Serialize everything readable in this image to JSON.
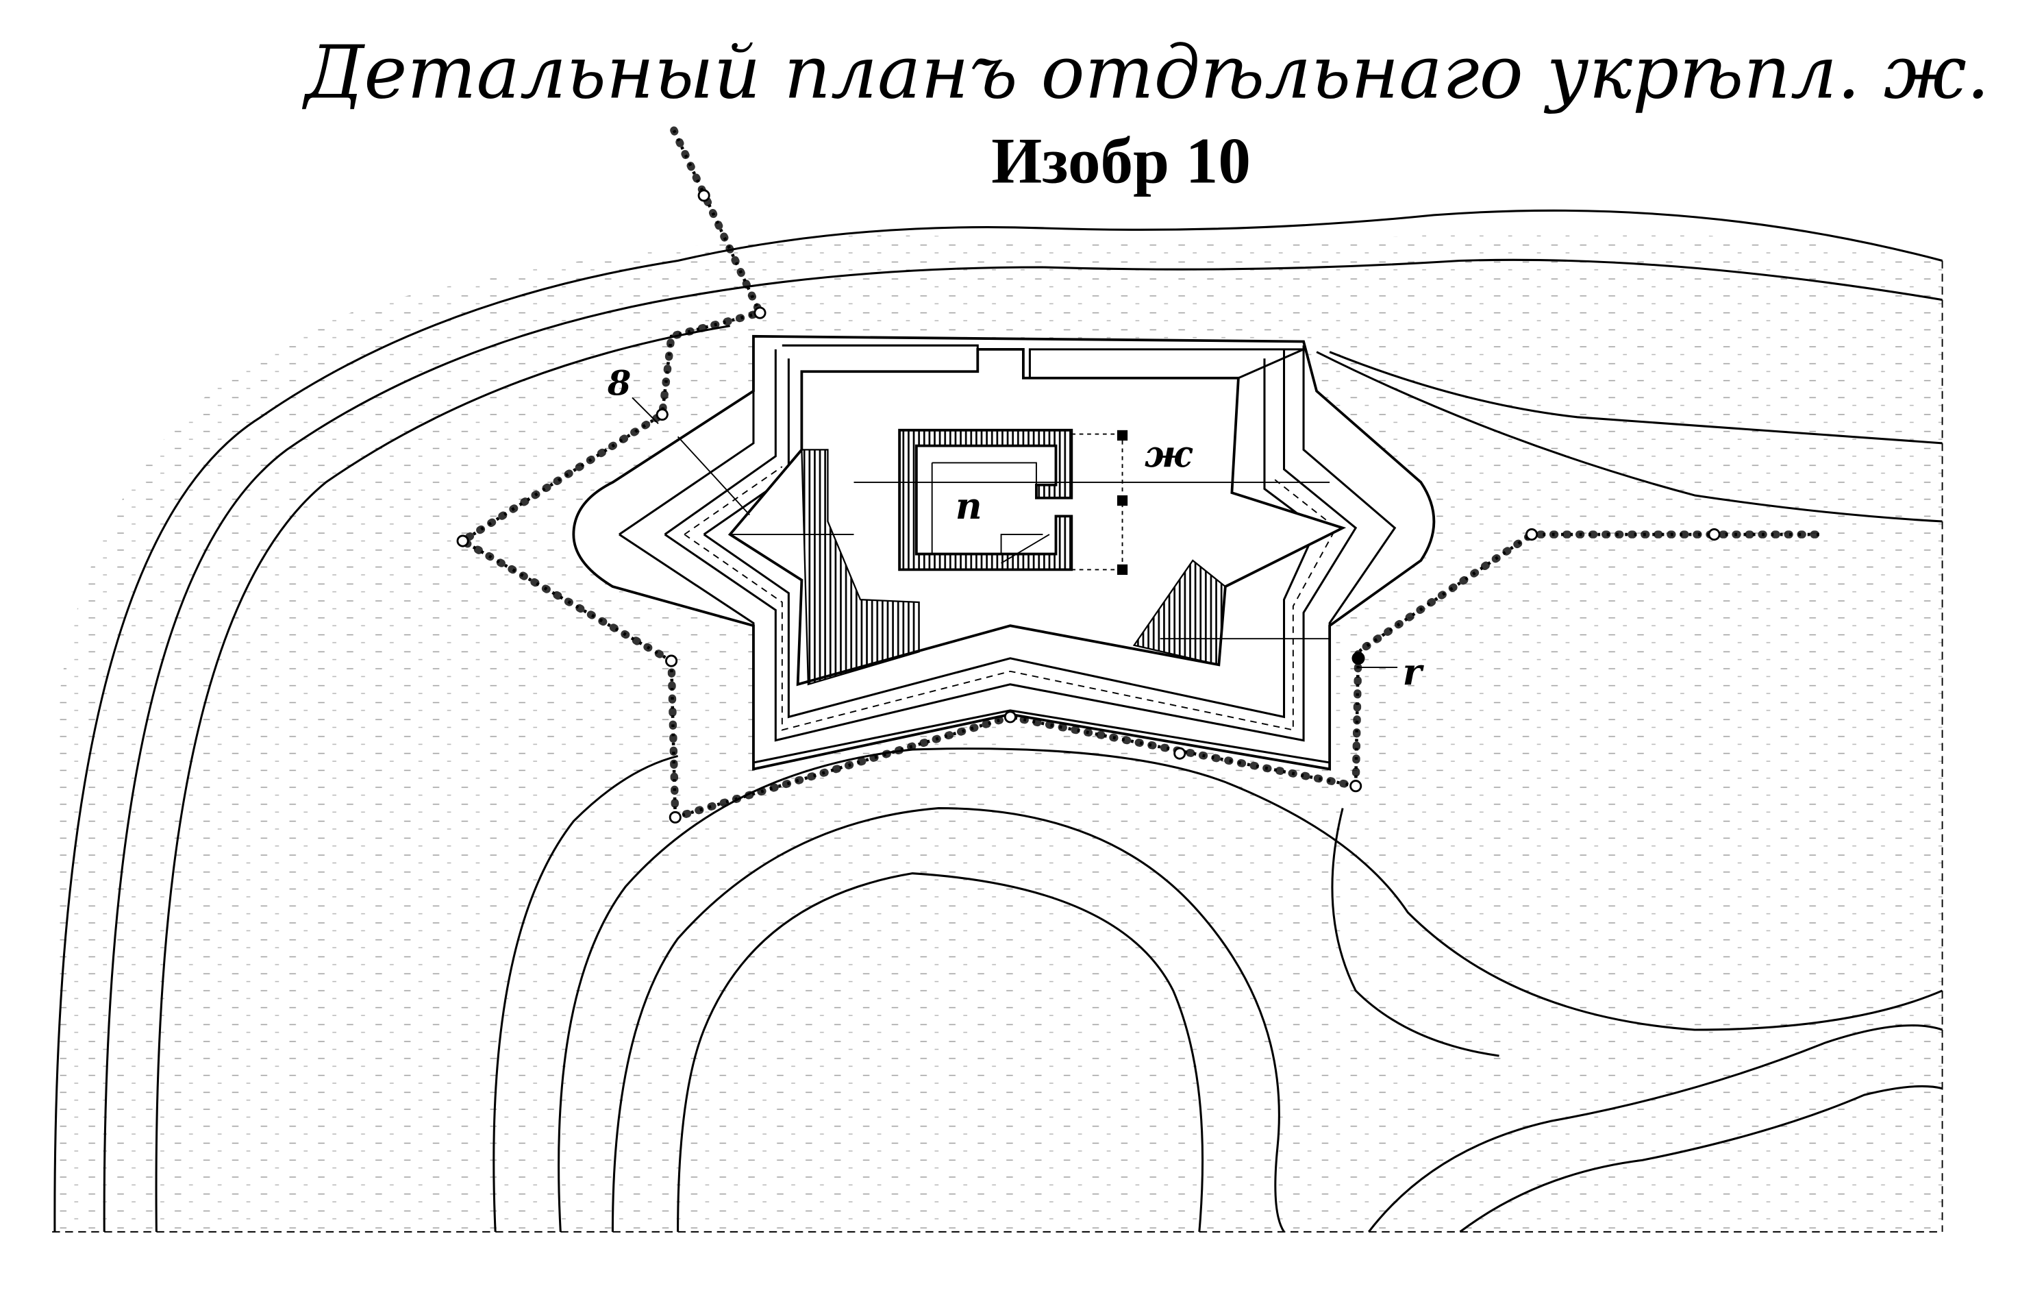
{
  "title": "Детальный планъ отдѣльнаго укрѣпл. ж.",
  "subtitle": "Изобр 10",
  "labels": {
    "palisade_point": "8",
    "blockhouse_row": "ж",
    "blockhouse": "п",
    "palisade_gate": "r"
  },
  "colors": {
    "ink": "#000000",
    "paper": "#ffffff"
  }
}
